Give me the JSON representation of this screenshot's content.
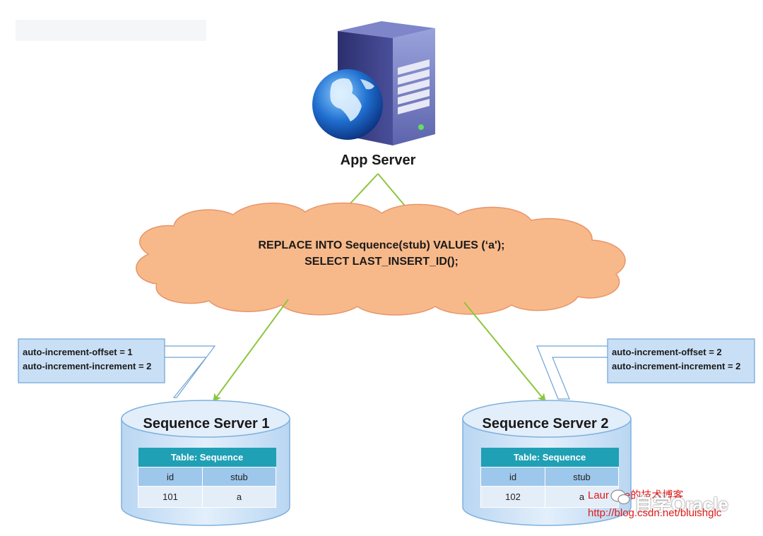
{
  "app_server": {
    "label": "App Server",
    "icon": "server-with-globe-icon"
  },
  "cloud": {
    "line1": "REPLACE INTO Sequence(stub) VALUES (‘a');",
    "line2": "SELECT LAST_INSERT_ID();"
  },
  "servers": [
    {
      "title": "Sequence Server 1",
      "config": {
        "offset": "auto-increment-offset = 1",
        "increment": "auto-increment-increment = 2"
      },
      "table": {
        "caption": "Table: Sequence",
        "columns": [
          "id",
          "stub"
        ],
        "rows": [
          [
            "101",
            "a"
          ]
        ]
      }
    },
    {
      "title": "Sequence Server 2",
      "config": {
        "offset": "auto-increment-offset = 2",
        "increment": "auto-increment-increment = 2"
      },
      "table": {
        "caption": "Table: Sequence",
        "columns": [
          "id",
          "stub"
        ],
        "rows": [
          [
            "102",
            "a"
          ]
        ]
      }
    }
  ],
  "watermark": {
    "author": "Laur",
    "author_suffix": "e的技术博客",
    "logo_text": "自学Oracle",
    "url": "http://blog.csdn.net/bluishglc"
  },
  "colors": {
    "arrow": "#8dc63f",
    "cloud_fill": "#f8b98a",
    "cloud_stroke": "#e8956a",
    "cylinder_fill": "#cfe3f6",
    "cylinder_stroke": "#7fb0dd",
    "note_fill": "#c9dff5",
    "note_stroke": "#6fa3d6",
    "table_caption": "#1fa0b5",
    "watermark_red": "#e01a1a"
  }
}
